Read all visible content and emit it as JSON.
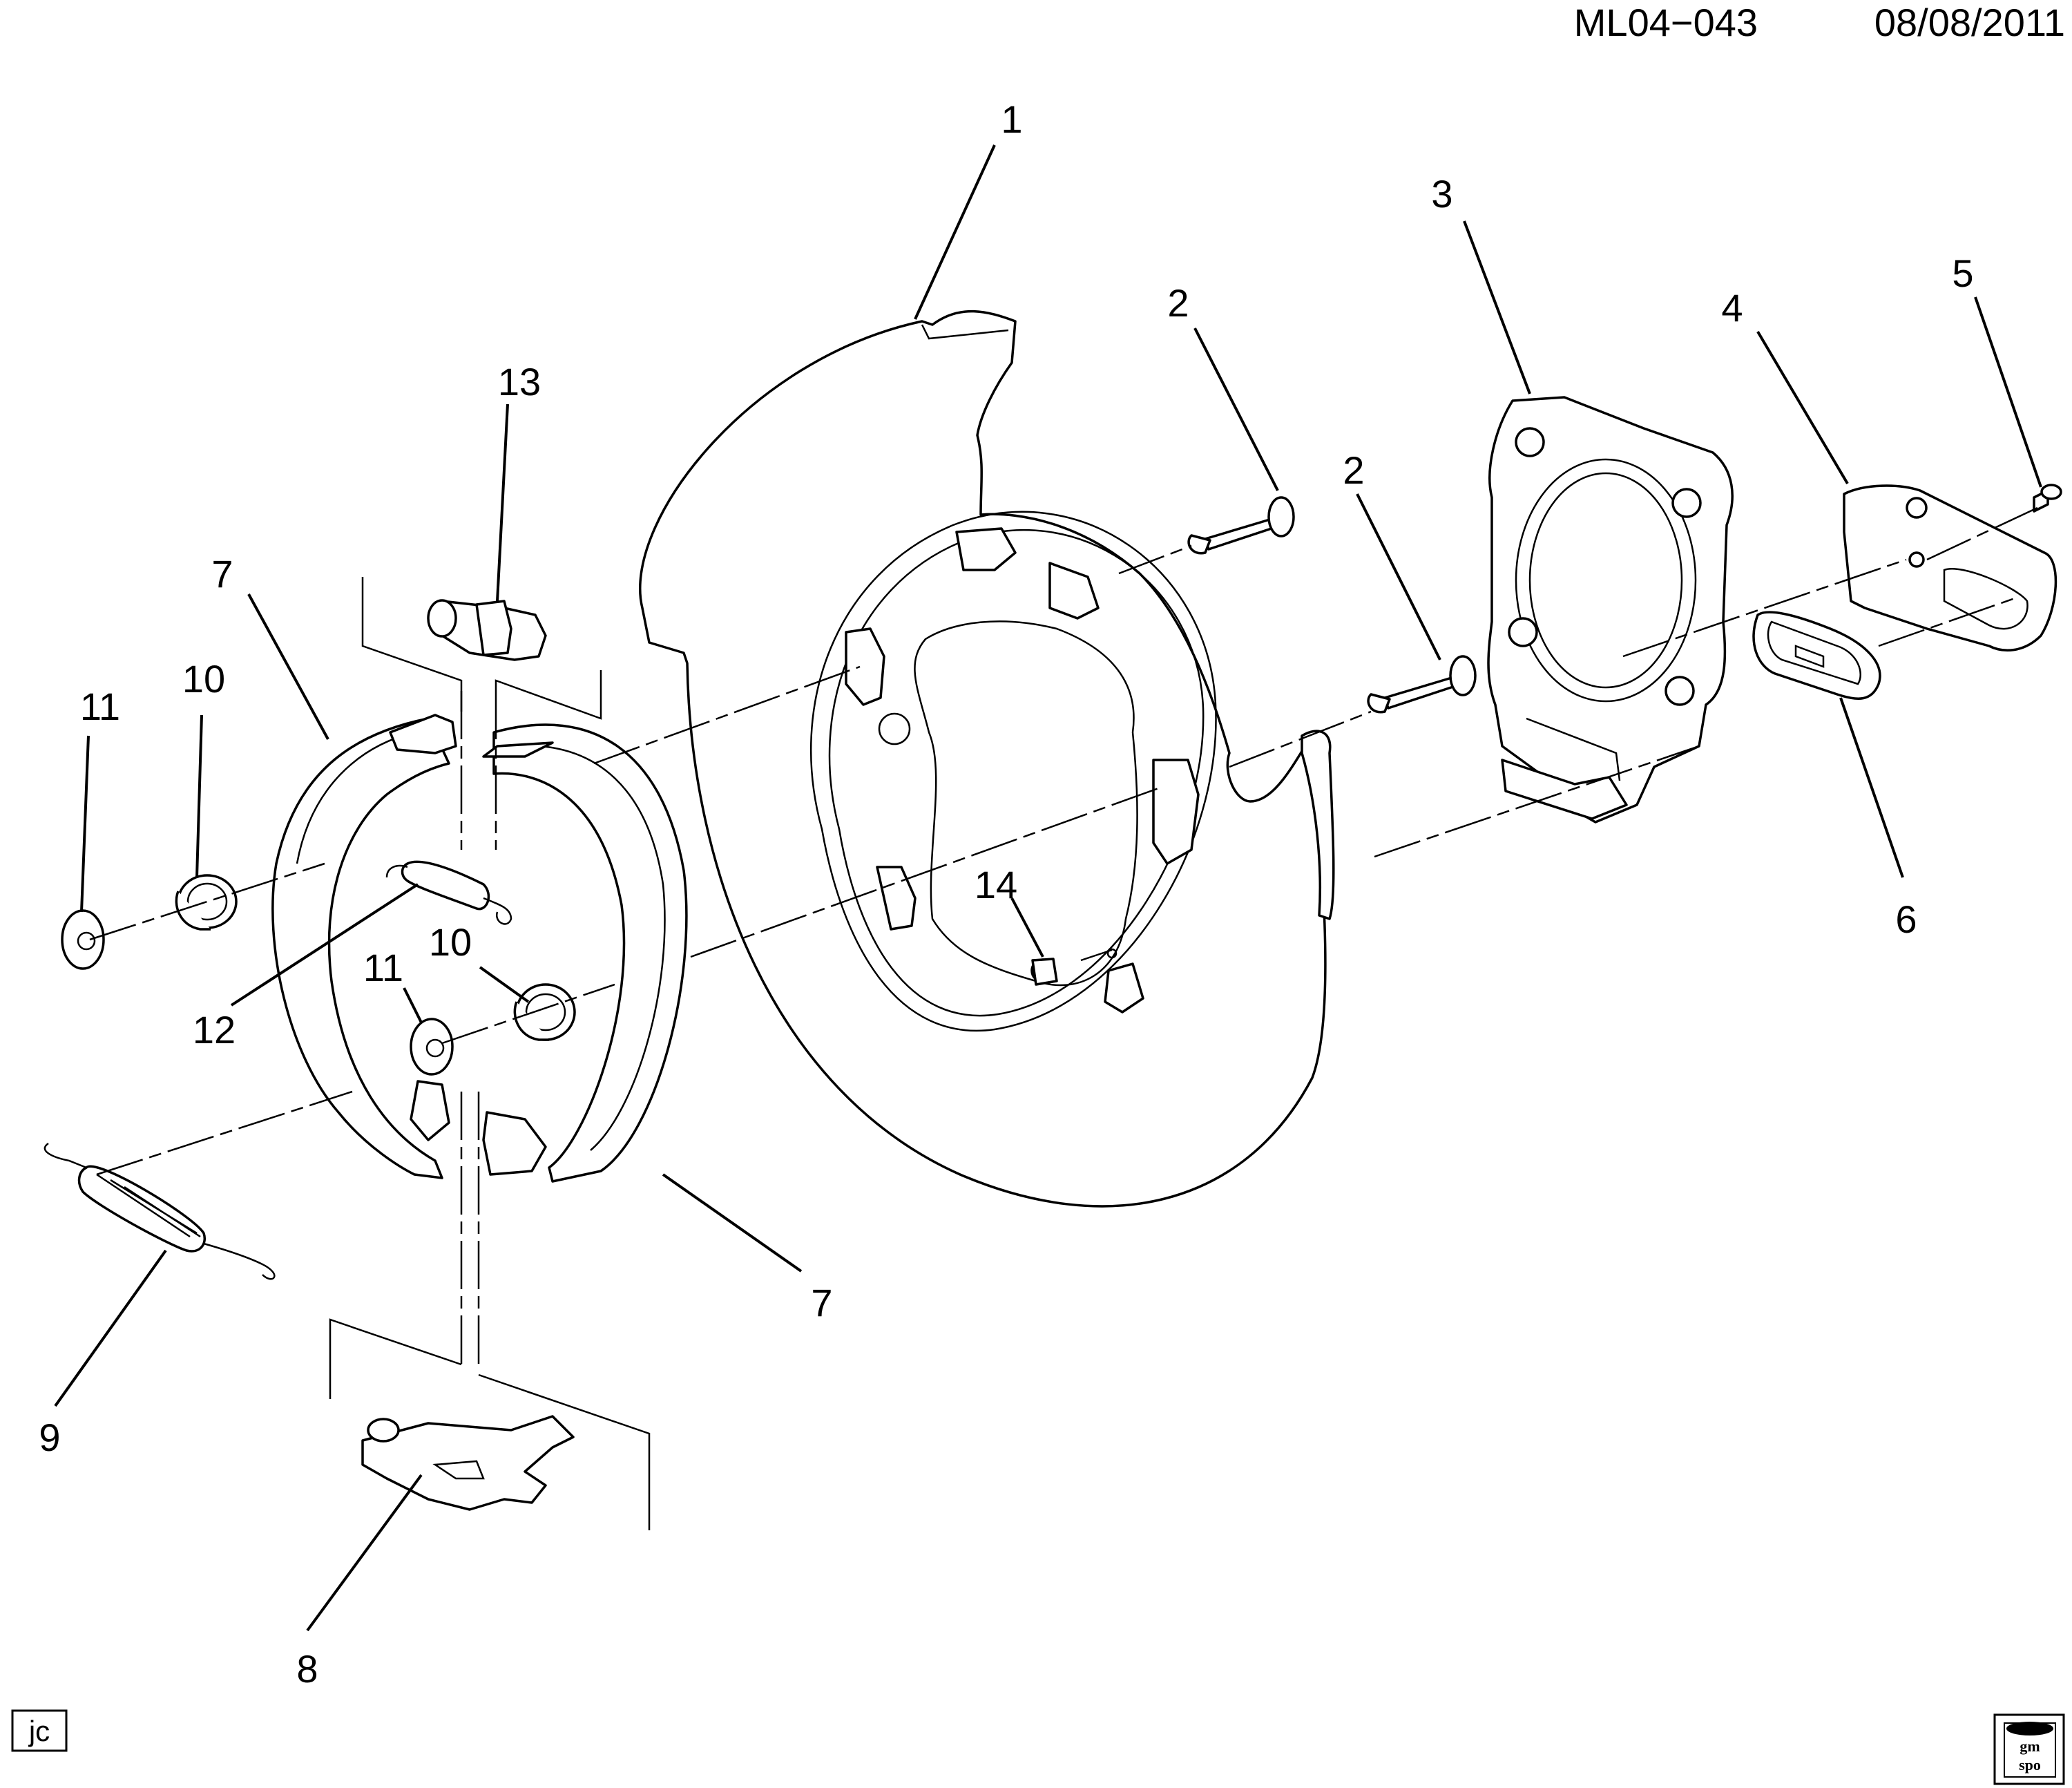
{
  "header": {
    "code": "ML04−043",
    "date": "08/08/2011"
  },
  "callouts": [
    {
      "id": "c1",
      "label": "1"
    },
    {
      "id": "c2a",
      "label": "2"
    },
    {
      "id": "c2b",
      "label": "2"
    },
    {
      "id": "c3",
      "label": "3"
    },
    {
      "id": "c4",
      "label": "4"
    },
    {
      "id": "c5",
      "label": "5"
    },
    {
      "id": "c6",
      "label": "6"
    },
    {
      "id": "c7a",
      "label": "7"
    },
    {
      "id": "c7b",
      "label": "7"
    },
    {
      "id": "c8",
      "label": "8"
    },
    {
      "id": "c9",
      "label": "9"
    },
    {
      "id": "c10a",
      "label": "10"
    },
    {
      "id": "c10b",
      "label": "10"
    },
    {
      "id": "c11a",
      "label": "11"
    },
    {
      "id": "c11b",
      "label": "11"
    },
    {
      "id": "c12",
      "label": "12"
    },
    {
      "id": "c13",
      "label": "13"
    },
    {
      "id": "c14",
      "label": "14"
    }
  ],
  "footer": {
    "artist_initials": "jc",
    "logo_text_top": "gm",
    "logo_text_bottom": "spo"
  }
}
